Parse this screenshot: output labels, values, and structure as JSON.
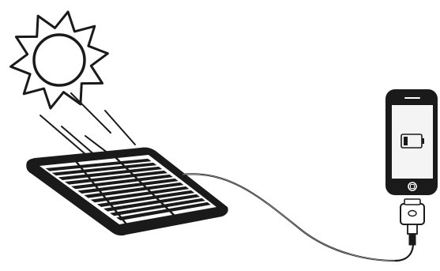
{
  "scene": {
    "background_color": "#ffffff",
    "line_color": "#1a1a1a",
    "screen_fill": "#f4f4f4",
    "elements": {
      "sun": "sun-icon",
      "rays": "sun-ray-lines",
      "panel": "solar-panel",
      "cable": "charging-cable",
      "phone": "smartphone",
      "battery": "battery-icon",
      "connector": "dock-connector"
    }
  }
}
